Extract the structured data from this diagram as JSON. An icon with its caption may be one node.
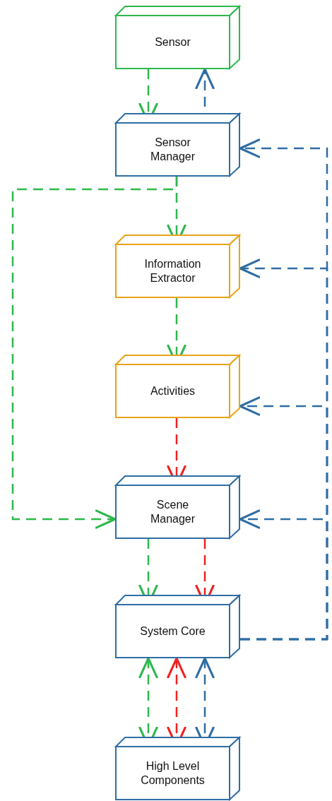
{
  "diagram": {
    "nodes": [
      {
        "text": [
          "Sensor"
        ]
      },
      {
        "text": [
          "Sensor Manager"
        ]
      },
      {
        "text": [
          "Information Extractor"
        ]
      },
      {
        "text": [
          "Activities"
        ]
      },
      {
        "text": [
          "Scene Manager"
        ]
      },
      {
        "text": [
          "System Core"
        ]
      },
      {
        "text": [
          "High Level Components"
        ]
      }
    ],
    "edges": [
      {
        "from": 0,
        "to": 1,
        "arrow": "to",
        "style": "dashed",
        "color": "#2db84d"
      },
      {
        "from": 1,
        "to": 0,
        "arrow": "to",
        "style": "dashed",
        "color": "#2e6da4"
      },
      {
        "from": 1,
        "to": 2,
        "arrow": "to",
        "style": "dashed",
        "color": "#2db84d"
      },
      {
        "from": 1,
        "to": 4,
        "arrow": "to",
        "style": "dashed",
        "color": "#2db84d"
      },
      {
        "from": 2,
        "to": 3,
        "arrow": "to",
        "style": "dashed",
        "color": "#2db84d"
      },
      {
        "from": 3,
        "to": 4,
        "arrow": "to",
        "style": "dashed",
        "color": "#ee2222"
      },
      {
        "from": 4,
        "to": 5,
        "arrow": "to",
        "style": "dashed",
        "color": "#2db84d"
      },
      {
        "from": 4,
        "to": 5,
        "arrow": "to",
        "style": "dashed",
        "color": "#ee2222"
      },
      {
        "from": 5,
        "to": 1,
        "arrow": "to",
        "style": "dashed",
        "color": "#2e6da4"
      },
      {
        "from": 5,
        "to": 2,
        "arrow": "to",
        "style": "dashed",
        "color": "#2e6da4"
      },
      {
        "from": 5,
        "to": 3,
        "arrow": "to",
        "style": "dashed",
        "color": "#2e6da4"
      },
      {
        "from": 5,
        "to": 4,
        "arrow": "to",
        "style": "dashed",
        "color": "#2e6da4"
      },
      {
        "from": 5,
        "to": 6,
        "arrow": "both",
        "style": "dashed",
        "color": "#2db84d"
      },
      {
        "from": 5,
        "to": 6,
        "arrow": "both",
        "style": "dashed",
        "color": "#ee2222"
      },
      {
        "from": 5,
        "to": 6,
        "arrow": "both",
        "style": "dashed",
        "color": "#2e6da4"
      }
    ]
  }
}
